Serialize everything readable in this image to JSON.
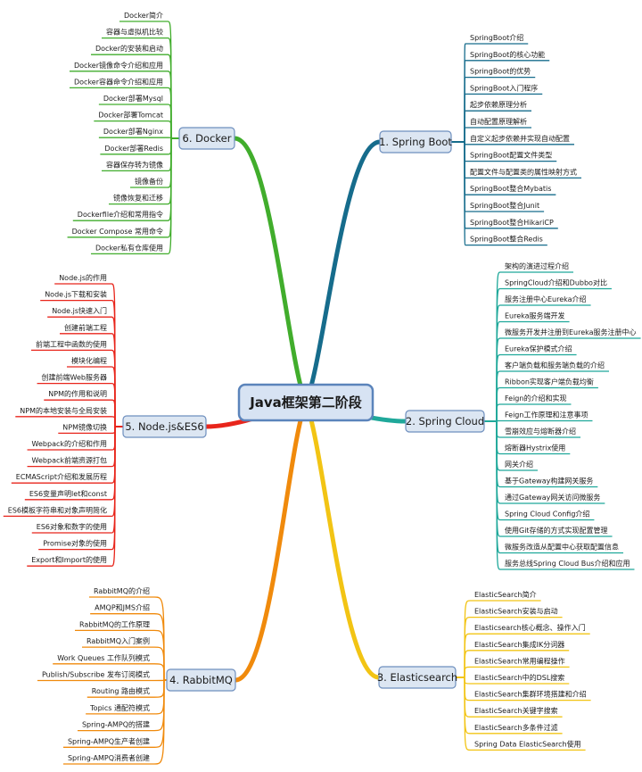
{
  "center": {
    "title": "Java框架第二阶段"
  },
  "branches": [
    {
      "id": "springboot",
      "label": "1. Spring Boot",
      "color": "#166c8c",
      "side": "right",
      "items": [
        "SpringBoot介绍",
        "SpringBoot的核心功能",
        "SpringBoot的优势",
        "SpringBoot入门程序",
        "起步依赖原理分析",
        "自动配置原理解析",
        "自定义起步依赖并实现自动配置",
        "SpringBoot配置文件类型",
        "配置文件与配置类的属性映射方式",
        "SpringBoot整合Mybatis",
        "SpringBoot整合Junit",
        "SpringBoot整合HikariCP",
        "SpringBoot整合Redis"
      ]
    },
    {
      "id": "springcloud",
      "label": "2. Spring Cloud",
      "color": "#1fa89a",
      "side": "right",
      "items": [
        "架构的演进过程介绍",
        "SpringCloud介绍和Dubbo对比",
        "服务注册中心Eureka介绍",
        "Eureka服务端开发",
        "微服务开发并注册到Eureka服务注册中心",
        "Eureka保护模式介绍",
        "客户端负载和服务端负载的介绍",
        "Ribbon实现客户端负载均衡",
        "Feign的介绍和实现",
        "Feign工作原理和注意事项",
        "雪崩效应与熔断器介绍",
        "熔断器Hystrix使用",
        "网关介绍",
        "基于Gateway构建网关服务",
        "通过Gateway网关访问微服务",
        "Spring Cloud Config介绍",
        "使用Git存储的方式实现配置管理",
        "微服务改造从配置中心获取配置信息",
        "服务总线Spring Cloud Bus介绍和应用"
      ]
    },
    {
      "id": "elasticsearch",
      "label": "3. Elasticsearch",
      "color": "#f2c414",
      "side": "right",
      "items": [
        "ElasticSearch简介",
        "ElasticSearch安装与启动",
        "Elasticsearch核心概念、操作入门",
        "ElasticSearch集成IK分词器",
        "ElasticSearch常用编程操作",
        "ElasticSearch中的DSL搜索",
        "ElasticSearch集群环境搭建和介绍",
        "ElasticSearch关键字搜索",
        "ElasticSearch多条件过滤",
        "Spring Data ElasticSearch使用"
      ]
    },
    {
      "id": "rabbitmq",
      "label": "4. RabbitMQ",
      "color": "#f08a0c",
      "side": "left",
      "items": [
        "RabbitMQ的介绍",
        "AMQP和JMS介绍",
        "RabbitMQ的工作原理",
        "RabbitMQ入门案例",
        "Work Queues 工作队列模式",
        "Publish/Subscribe 发布订阅模式",
        "Routing 路由模式",
        "Topics 通配符模式",
        "Spring-AMPQ的搭建",
        "Spring-AMPQ生产者创建",
        "Spring-AMPQ消费者创建"
      ]
    },
    {
      "id": "nodejs",
      "label": "5. Node.js&ES6",
      "color": "#e8251b",
      "side": "left",
      "items": [
        "Node.js的作用",
        "Node.js下载和安装",
        "Node.js快速入门",
        "创建前端工程",
        "前端工程中函数的使用",
        "模块化编程",
        "创建前端Web服务器",
        "NPM的作用和说明",
        "NPM的本地安装与全局安装",
        "NPM镜像切换",
        "Webpack的介绍和作用",
        "Webpack前端资源打包",
        "ECMAScript介绍和发展历程",
        "ES6变量声明let和const",
        "ES6模板字符串和对象声明简化",
        "ES6对象和数字的使用",
        "Promise对象的使用",
        "Export和Import的使用"
      ]
    },
    {
      "id": "docker",
      "label": "6. Docker",
      "color": "#41ad2c",
      "side": "left",
      "items": [
        "Docker简介",
        "容器与虚拟机比较",
        "Docker的安装和启动",
        "Docker镜像命令介绍和应用",
        "Docker容器命令介绍和应用",
        "Docker部署Mysql",
        "Docker部署Tomcat",
        "Docker部署Nginx",
        "Docker部署Redis",
        "容器保存转为镜像",
        "镜像备份",
        "镜像恢复和迁移",
        "Dockerfile介绍和常用指令",
        "Docker Compose 常用命令",
        "Docker私有仓库使用"
      ]
    }
  ]
}
